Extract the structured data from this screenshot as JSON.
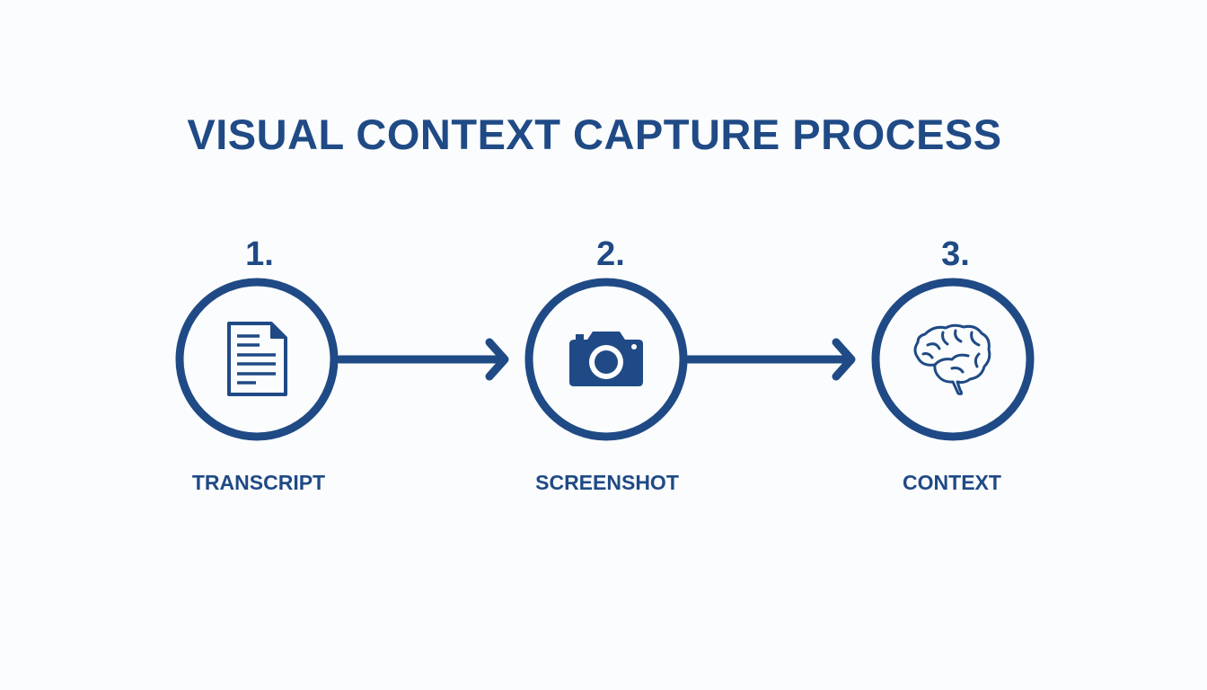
{
  "title": "VISUAL CONTEXT CAPTURE PROCESS",
  "accent_color": "#1f4a85",
  "steps": [
    {
      "number": "1.",
      "label": "TRANSCRIPT",
      "icon": "document-icon"
    },
    {
      "number": "2.",
      "label": "SCREENSHOT",
      "icon": "camera-icon"
    },
    {
      "number": "3.",
      "label": "CONTEXT",
      "icon": "brain-icon"
    }
  ]
}
